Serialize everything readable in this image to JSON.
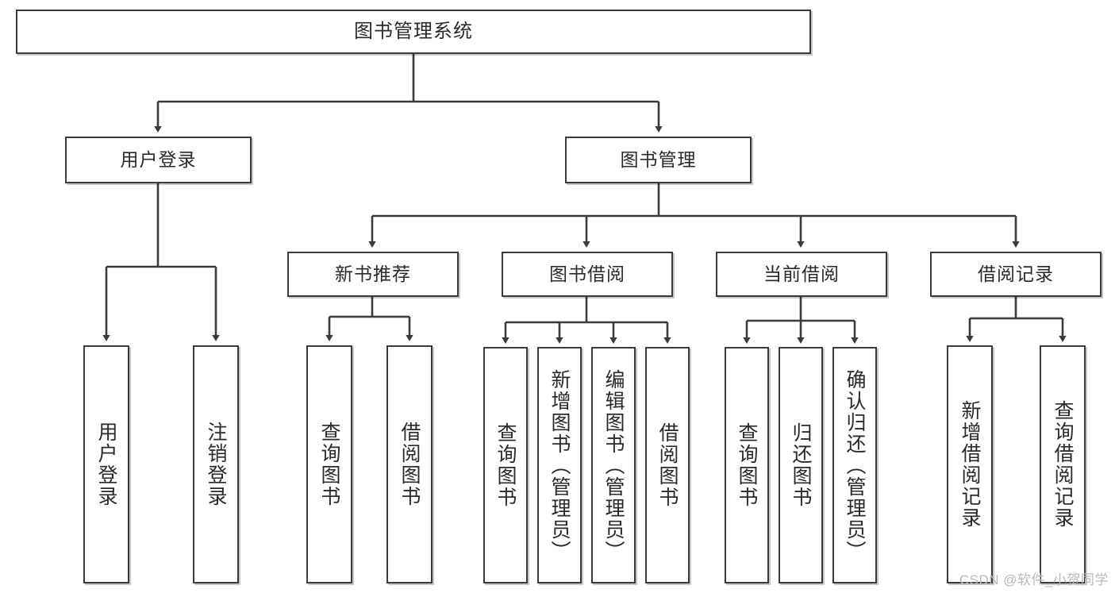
{
  "diagram": {
    "title": "图书管理系统",
    "type": "tree",
    "watermark": "CSDN @软件_小贺同学",
    "colors": {
      "box_border": "#3b3b3b",
      "box_fill": "#ffffff",
      "connector": "#3b3b3b",
      "text": "#2a2a2a",
      "watermark": "#b9b9b9"
    },
    "root": {
      "label": "图书管理系统",
      "orientation": "horizontal"
    },
    "level1": [
      {
        "label": "用户登录",
        "orientation": "horizontal"
      },
      {
        "label": "图书管理",
        "orientation": "horizontal"
      }
    ],
    "level2": [
      {
        "label": "新书推荐",
        "orientation": "horizontal"
      },
      {
        "label": "图书借阅",
        "orientation": "horizontal"
      },
      {
        "label": "当前借阅",
        "orientation": "horizontal"
      },
      {
        "label": "借阅记录",
        "orientation": "horizontal"
      }
    ],
    "leaves": [
      {
        "label": "用户登录",
        "parent": "用户登录",
        "orientation": "vertical"
      },
      {
        "label": "注销登录",
        "parent": "用户登录",
        "orientation": "vertical"
      },
      {
        "label": "查询图书",
        "parent": "新书推荐",
        "orientation": "vertical"
      },
      {
        "label": "借阅图书",
        "parent": "新书推荐",
        "orientation": "vertical"
      },
      {
        "label": "查询图书",
        "parent": "图书借阅",
        "orientation": "vertical"
      },
      {
        "label": "新增图书（管理员）",
        "parent": "图书借阅",
        "orientation": "vertical"
      },
      {
        "label": "编辑图书（管理员）",
        "parent": "图书借阅",
        "orientation": "vertical"
      },
      {
        "label": "借阅图书",
        "parent": "图书借阅",
        "orientation": "vertical"
      },
      {
        "label": "查询图书",
        "parent": "当前借阅",
        "orientation": "vertical"
      },
      {
        "label": "归还图书",
        "parent": "当前借阅",
        "orientation": "vertical"
      },
      {
        "label": "确认归还（管理员）",
        "parent": "当前借阅",
        "orientation": "vertical"
      },
      {
        "label": "新增借阅记录",
        "parent": "借阅记录",
        "orientation": "vertical"
      },
      {
        "label": "查询借阅记录",
        "parent": "借阅记录",
        "orientation": "vertical"
      }
    ]
  }
}
